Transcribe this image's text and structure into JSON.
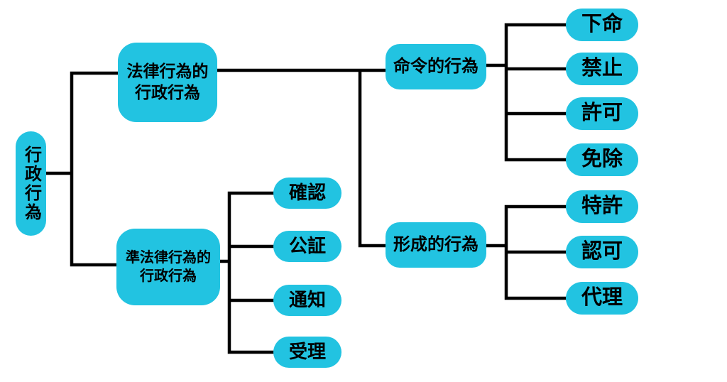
{
  "colors": {
    "node_fill": "#22c3e1",
    "node_text": "#000000",
    "connector": "#000000",
    "background": "#ffffff"
  },
  "nodes": {
    "root": {
      "label": "行政行為"
    },
    "legal": {
      "label": "法律行為的\n行政行為"
    },
    "quasi": {
      "label": "準法律行為的\n行政行為"
    },
    "command": {
      "label": "命令的行為"
    },
    "formative": {
      "label": "形成的行為"
    },
    "order": {
      "label": "下命"
    },
    "prohibition": {
      "label": "禁止"
    },
    "permission": {
      "label": "許可"
    },
    "exemption": {
      "label": "免除"
    },
    "special_permission": {
      "label": "特許"
    },
    "approval": {
      "label": "認可"
    },
    "agency": {
      "label": "代理"
    },
    "confirmation": {
      "label": "確認"
    },
    "notarization": {
      "label": "公証"
    },
    "notification": {
      "label": "通知"
    },
    "acceptance": {
      "label": "受理"
    }
  },
  "tree": {
    "行政行為": {
      "法律行為的行政行為": {
        "命令的行為": [
          "下命",
          "禁止",
          "許可",
          "免除"
        ],
        "形成的行為": [
          "特許",
          "認可",
          "代理"
        ]
      },
      "準法律行為的行政行為": [
        "確認",
        "公証",
        "通知",
        "受理"
      ]
    }
  }
}
